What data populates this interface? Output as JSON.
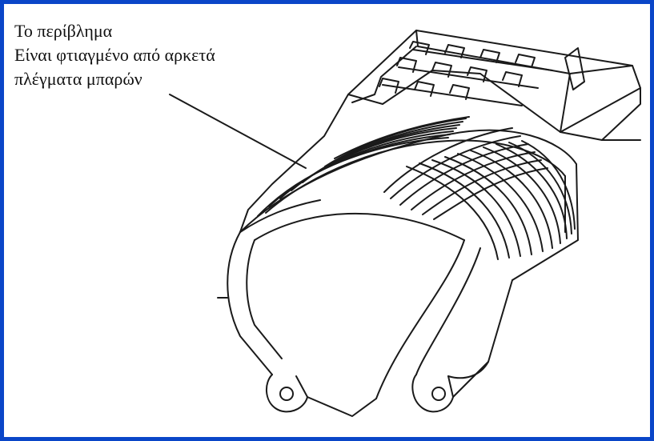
{
  "caption": {
    "line1": "Το περίβλημα",
    "line2": "Είναι φτιαγμένο από αρκετά",
    "line3": "πλέγματα μπαρών"
  },
  "colors": {
    "frame_border": "#0a46c8",
    "line_color": "#1a1a1a",
    "background": "#ffffff"
  }
}
